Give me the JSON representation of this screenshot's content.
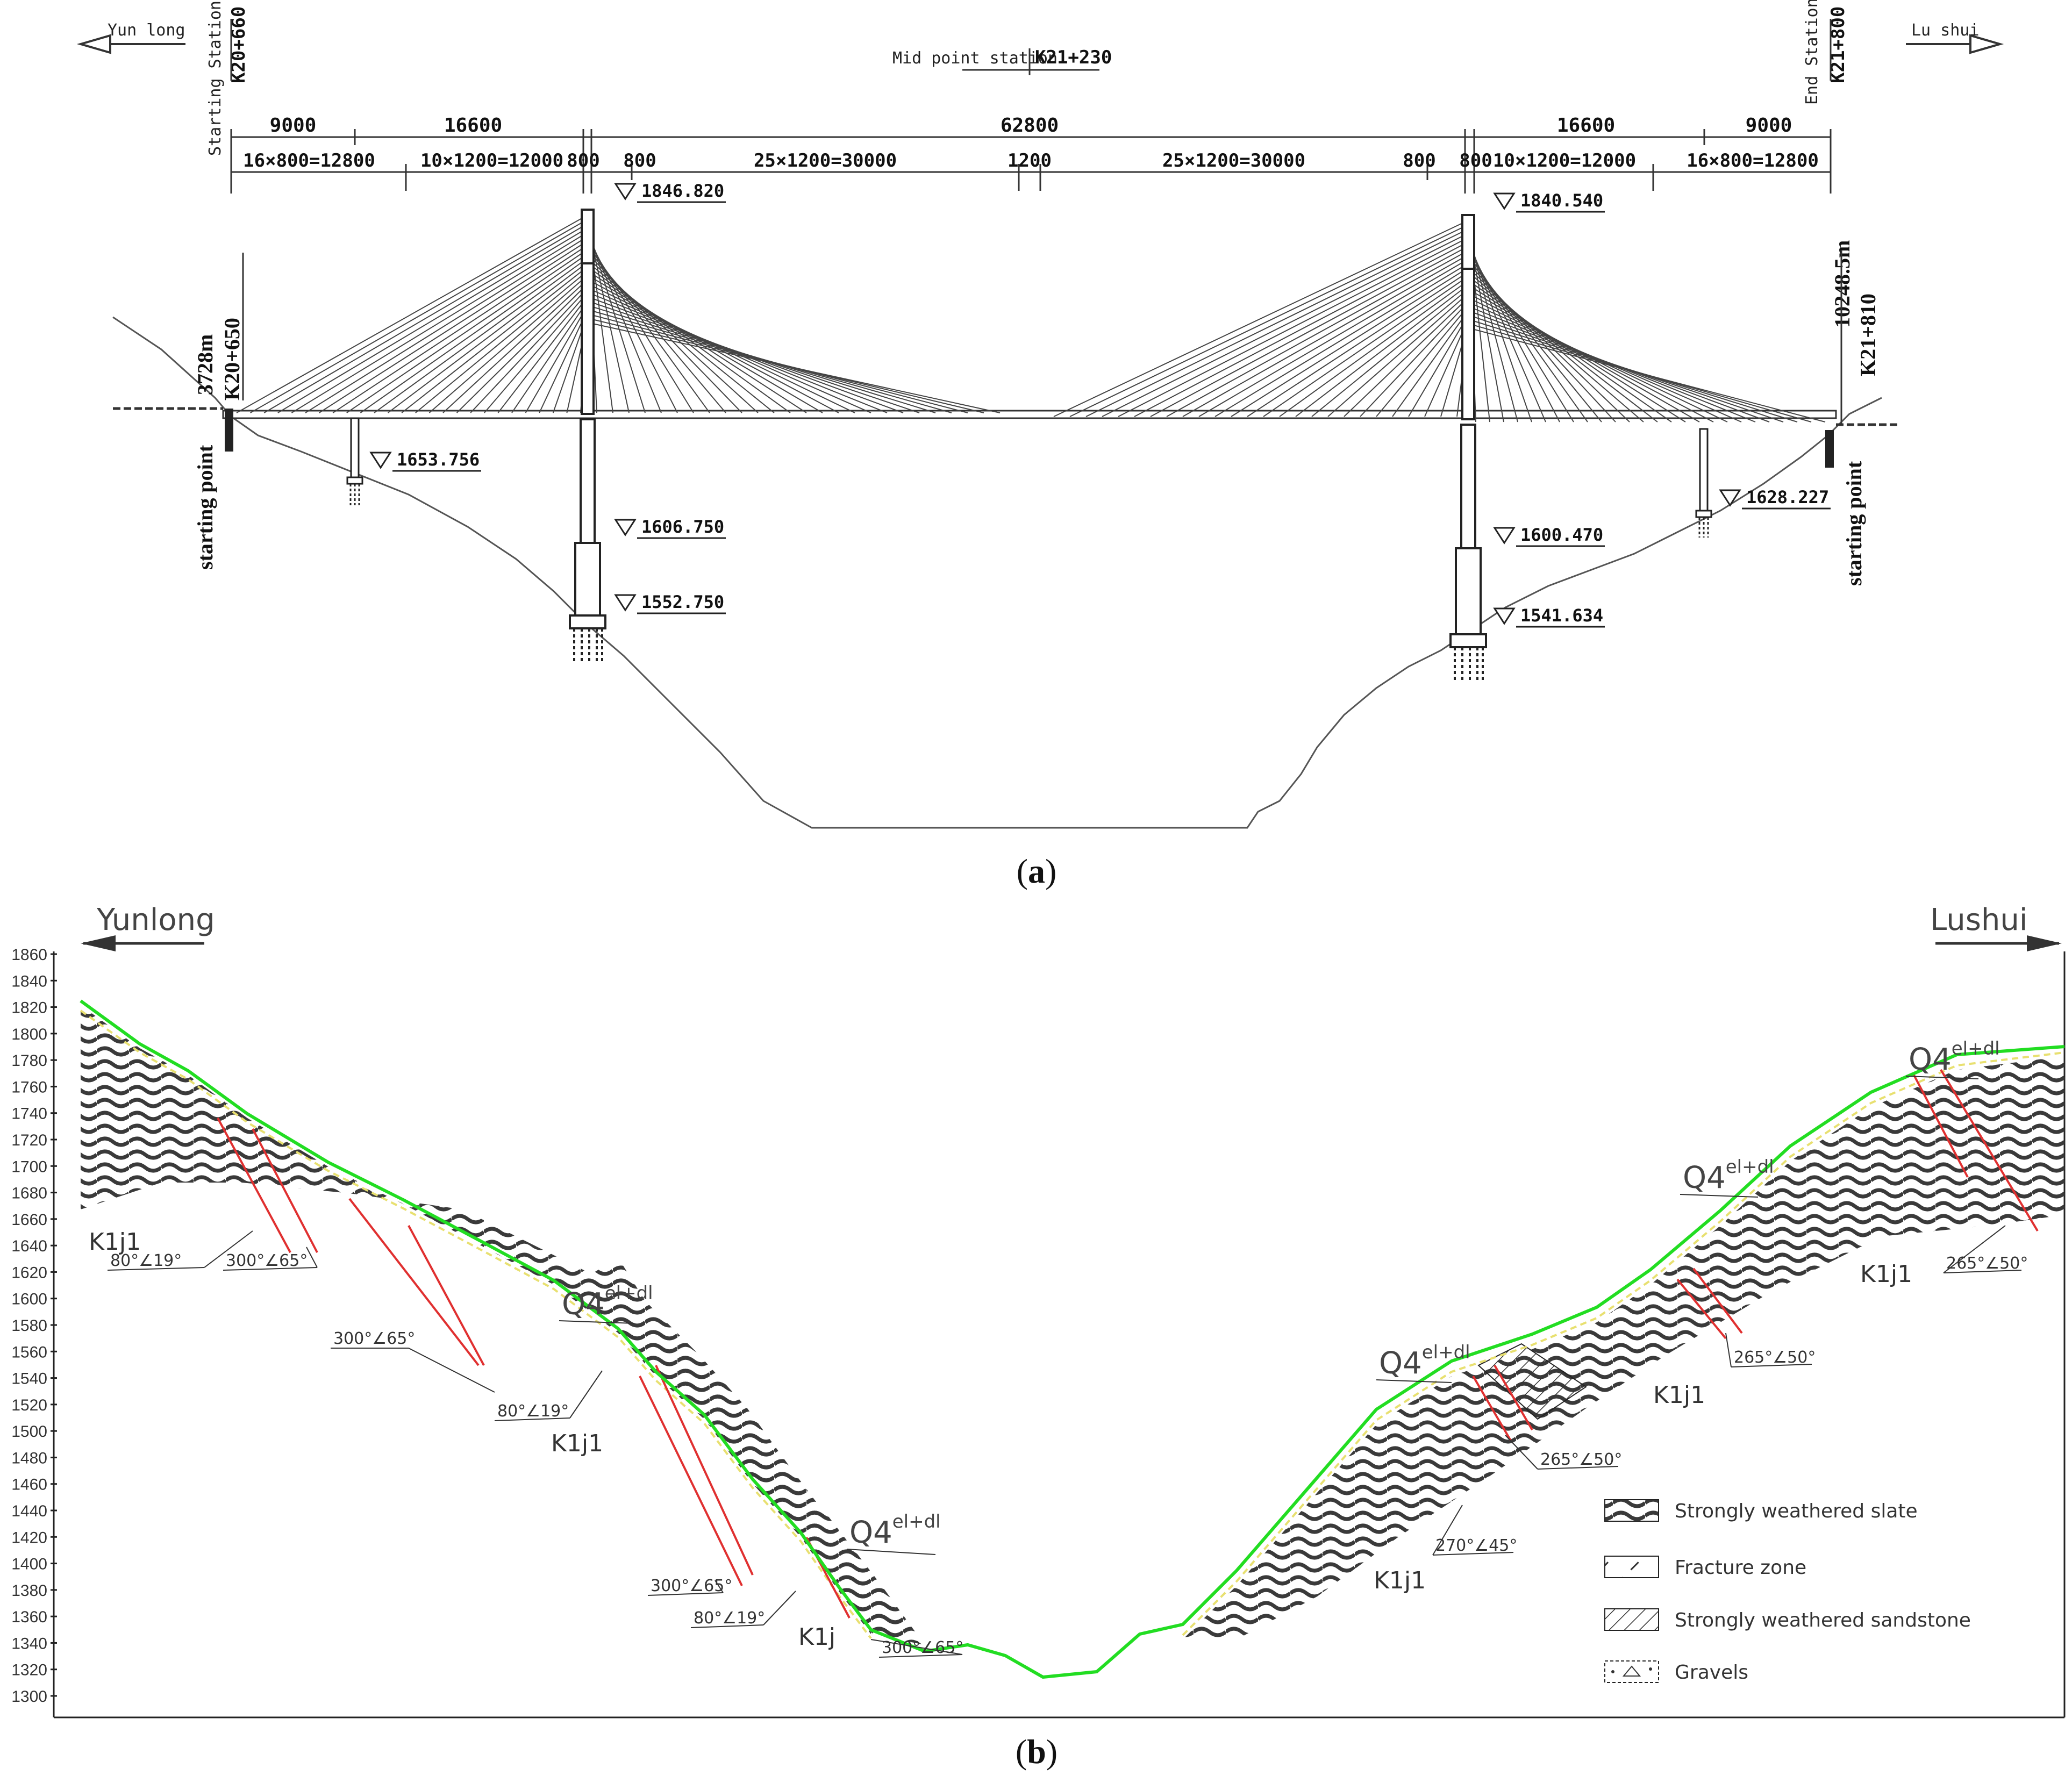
{
  "panel_a": {
    "label": "(a)",
    "label_letter": "a",
    "direction_left": "Yun long",
    "direction_right": "Lu shui",
    "start_station_caption": "Starting Station",
    "start_station_value": "K20+660",
    "end_station_caption": "End Station",
    "end_station_value": "K21+800",
    "mid_station_caption": "Mid point station",
    "mid_station_value": "K21+230",
    "span_totals": [
      "9000",
      "16600",
      "62800",
      "16600",
      "9000"
    ],
    "span_details": [
      "16×800=12800",
      "10×1200=12000",
      "800",
      "800",
      "25×1200=30000",
      "1200",
      "25×1200=30000",
      "800",
      "800",
      "10×1200=12000",
      "16×800=12800"
    ],
    "left_end_length": "3728m",
    "left_end_station": "K20+650",
    "right_end_length": "10248.5m",
    "right_end_station": "K21+810",
    "left_end_point": "starting point",
    "right_end_point": "starting point",
    "elevations": {
      "left_tower_top": "1846.820",
      "right_tower_top": "1840.540",
      "left_pier": "1653.756",
      "right_pier": "1628.227",
      "left_tower_mid": "1606.750",
      "left_tower_base": "1552.750",
      "right_tower_mid": "1600.470",
      "right_tower_base": "1541.634"
    }
  },
  "panel_b": {
    "label": "(b)",
    "label_letter": "b",
    "direction_left": "Yunlong",
    "direction_right": "Lushui",
    "y_axis_ticks": [
      "1860",
      "1840",
      "1820",
      "1800",
      "1780",
      "1760",
      "1740",
      "1720",
      "1700",
      "1680",
      "1660",
      "1640",
      "1620",
      "1600",
      "1580",
      "1560",
      "1540",
      "1520",
      "1500",
      "1480",
      "1460",
      "1440",
      "1420",
      "1400",
      "1380",
      "1360",
      "1340",
      "1320",
      "1300"
    ],
    "strata_labels": [
      "K1j1",
      "K1j1",
      "K1j",
      "K1j1",
      "K1j1",
      "K1j1"
    ],
    "quaternary_label": "Q4",
    "quaternary_superscript": "el+dl",
    "attitudes_left": [
      "80°∠19°",
      "300°∠65°",
      "300°∠65°",
      "80°∠19°",
      "300°∠65°",
      "80°∠19°",
      "300°∠65°"
    ],
    "attitudes_right": [
      "265°∠50°",
      "265°∠50°",
      "265°∠50°",
      "270°∠45°"
    ],
    "legend": [
      {
        "name": "Strongly weathered slate",
        "icon": "wavy-hatch"
      },
      {
        "name": "Fracture zone",
        "icon": "dashed-diagonal"
      },
      {
        "name": "Strongly weathered sandstone",
        "icon": "diagonal-hatch"
      },
      {
        "name": "Gravels",
        "icon": "gravel-dots"
      }
    ],
    "colors": {
      "ground_line": "#22dd22",
      "fault_line": "#e03030",
      "hatch": "#333333",
      "overburden": "#e8e070"
    }
  }
}
